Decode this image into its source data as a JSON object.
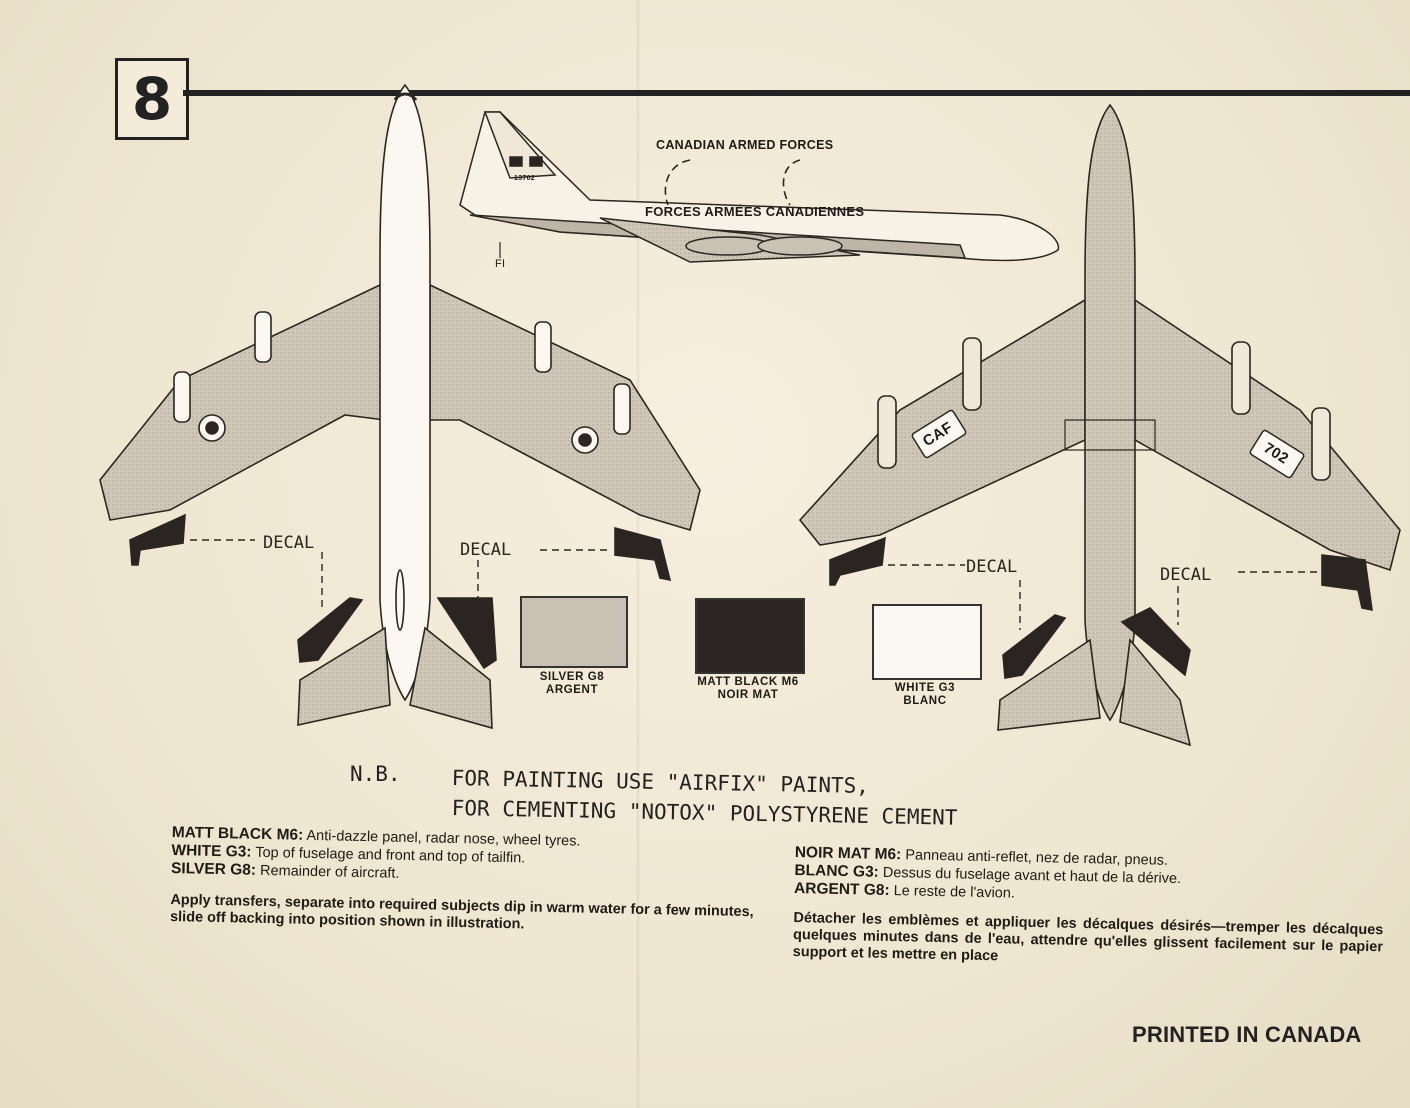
{
  "step": {
    "number": "8"
  },
  "side_view": {
    "title_en": "CANADIAN ARMED FORCES",
    "title_fr": "FORCES ARMÉES CANADIENNES",
    "tail_number": "13702",
    "callout": "FI"
  },
  "roundel_wing": {
    "left": "CAF",
    "right": "702"
  },
  "decal_labels": [
    "DECAL",
    "DECAL",
    "DECAL",
    "DECAL"
  ],
  "swatches": [
    {
      "name": "SILVER G8",
      "name_fr": "ARGENT",
      "color": "#c9c1b4"
    },
    {
      "name": "MATT BLACK M6",
      "name_fr": "NOIR MAT",
      "color": "#2a2522"
    },
    {
      "name": "WHITE G3",
      "name_fr": "BLANC",
      "color": "#fbf8f2"
    }
  ],
  "nb": {
    "prefix": "N.B.",
    "line1": "FOR PAINTING USE \"AIRFIX\" PAINTS,",
    "line2": "FOR CEMENTING \"NOTOX\" POLYSTYRENE CEMENT"
  },
  "notes_en": [
    {
      "label": "MATT BLACK M6:",
      "text": "Anti-dazzle panel, radar nose, wheel tyres."
    },
    {
      "label": "WHITE G3:",
      "text": "Top of fuselage and front and top of tailfin."
    },
    {
      "label": "SILVER G8:",
      "text": "Remainder of aircraft."
    }
  ],
  "instruction_en": "Apply transfers, separate into required subjects dip in warm water for a few minutes, slide off backing into position shown in illustration.",
  "notes_fr": [
    {
      "label": "NOIR MAT M6:",
      "text": "Panneau anti-reflet, nez de radar, pneus."
    },
    {
      "label": "BLANC G3:",
      "text": "Dessus du fuselage avant et haut de la dérive."
    },
    {
      "label": "ARGENT G8:",
      "text": "Le reste de l'avion."
    }
  ],
  "instruction_fr": "Détacher les emblèmes et appliquer les décalques désirés—tremper les décalques quelques minutes dans de l'eau, attendre qu'elles glissent facilement sur le papier support et les mettre en place",
  "footer": "PRINTED IN CANADA"
}
